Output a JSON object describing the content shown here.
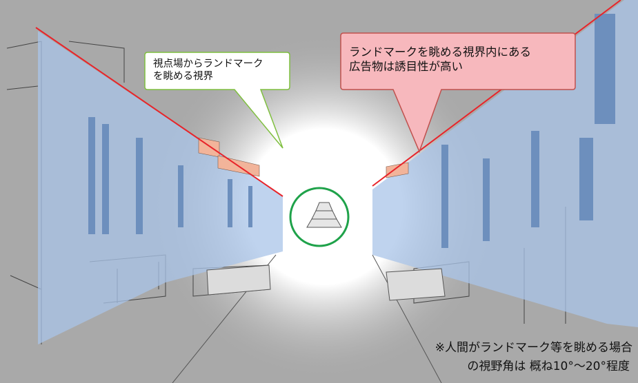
{
  "callout_left": {
    "text_line1": "視点場からランドマーク",
    "text_line2": "を眺める視界"
  },
  "callout_right": {
    "text_line1": "ランドマークを眺める視界内にある",
    "text_line2": "広告物は誘目性が高い"
  },
  "footnote": {
    "line1": "※人間がランドマーク等を眺める場合",
    "line2": "の視野角は 概ね10°～20°程度"
  },
  "colors": {
    "background": "#a9a9a9",
    "building_overlay": "#a9c4e8",
    "billboard": "#f2b49a",
    "sightline": "#e8242a",
    "landmark_circle": "#1fa24a",
    "callout_left_fill": "#ffffff",
    "callout_left_border": "#7fbf3f",
    "callout_right_fill": "#f7b8bd",
    "callout_right_border": "#c0504d"
  }
}
